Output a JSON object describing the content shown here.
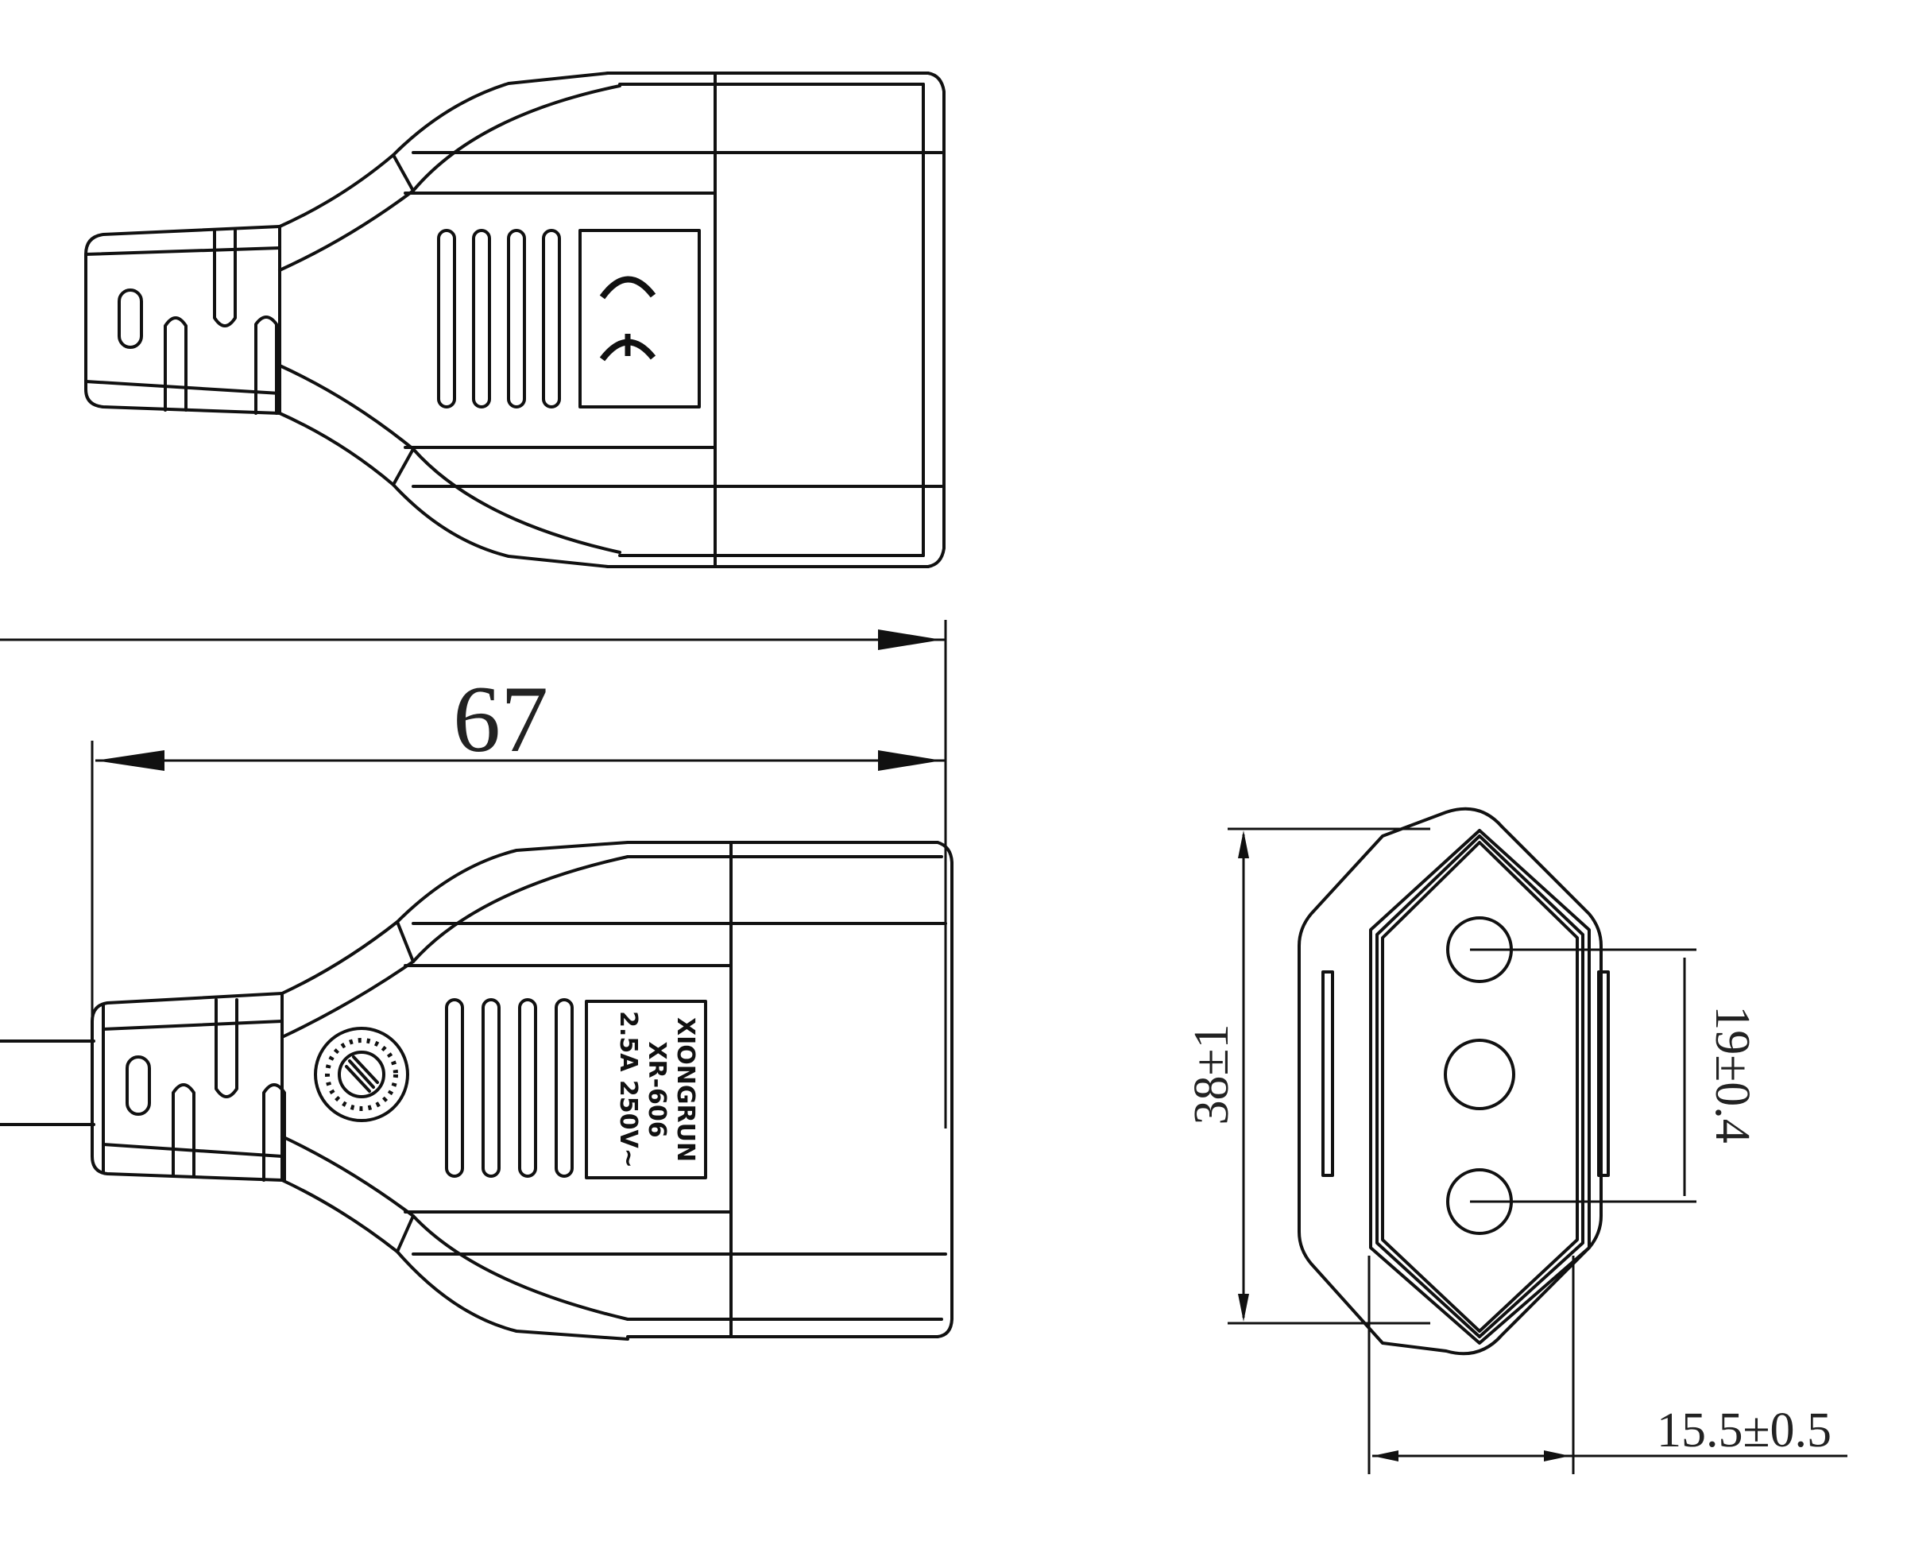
{
  "drawing": {
    "title": "Plug outline drawing with dimensions",
    "line_color": "#111111",
    "background": "#ffffff"
  },
  "top_view": {
    "mark": "CE",
    "vent_slots": 4
  },
  "side_view": {
    "vent_slots": 4,
    "date_code_wheel": "date-code-mark",
    "label": {
      "line1": "XIONGRUN",
      "line2": "XR-606",
      "line3": "2.5A 250V~"
    }
  },
  "front_view": {
    "pin_count": 3
  },
  "dimensions": {
    "overall_length": "67",
    "height": "38±1",
    "pin_spacing": "19±0.4",
    "width": "15.5±0.5"
  }
}
